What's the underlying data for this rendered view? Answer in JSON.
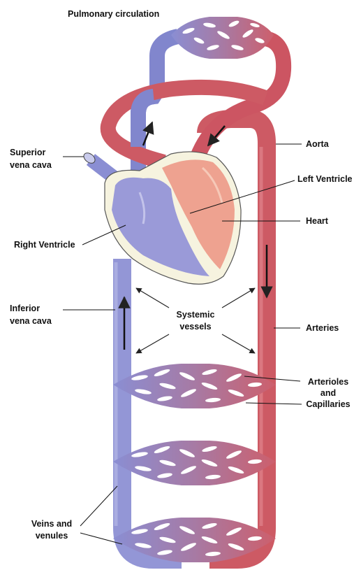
{
  "labels": {
    "pulmonary": "Pulmonary circulation",
    "superior_line1": "Superior",
    "superior_line2": "vena cava",
    "aorta": "Aorta",
    "left_ventricle": "Left Ventricle",
    "heart": "Heart",
    "right_ventricle": "Right Ventricle",
    "inferior_line1": "Inferior",
    "inferior_line2": "vena cava",
    "systemic_line1": "Systemic",
    "systemic_line2": "vessels",
    "arteries": "Arteries",
    "arterioles_line1": "Arterioles",
    "arterioles_line2": "and",
    "arterioles_line3": "Capillaries",
    "veins_line1": "Veins and",
    "veins_line2": "venules"
  },
  "colors": {
    "vein_blue": "#8d90d2",
    "artery_red": "#cd5560",
    "heart_left_pink": "#eea290",
    "heart_right_blue": "#9a9ad8",
    "heart_outline": "#f6f3df",
    "pulmonary_left_vessel": "#7c7fc8",
    "pulmonary_right_vessel": "#cc5562"
  }
}
